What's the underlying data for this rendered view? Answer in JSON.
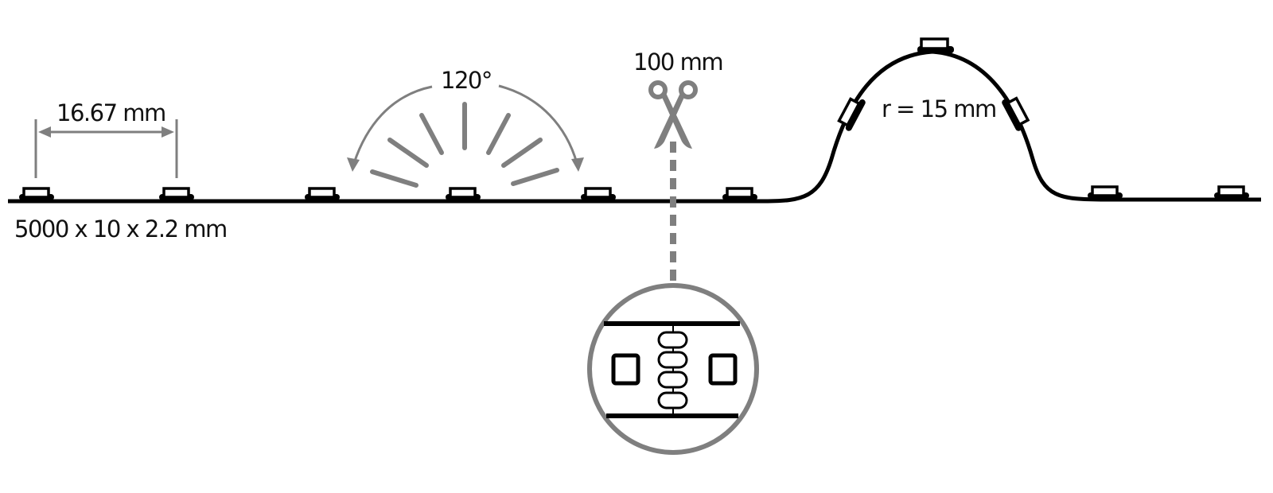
{
  "diagram": {
    "title": "LED strip dimensions diagram",
    "colors": {
      "strip": "#000000",
      "annotation": "#7f7f7f",
      "background": "#ffffff",
      "text": "#111111"
    },
    "labels": {
      "pitch": "16.67 mm",
      "dimensions": "5000 x 10 x 2.2 mm",
      "beam_angle": "120°",
      "cut_interval": "100 mm",
      "bend_radius": "r = 15 mm"
    },
    "icons": {
      "cut": "scissors-icon",
      "detail": "magnifier-circle"
    },
    "led_count_visible": 11,
    "detail_view": {
      "leds": 2,
      "solder_pads": 4
    }
  }
}
